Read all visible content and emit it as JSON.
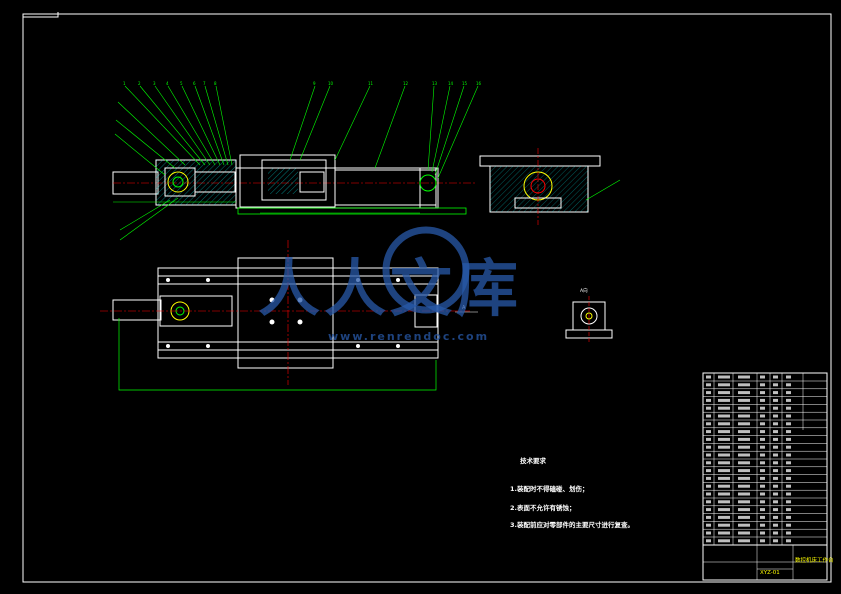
{
  "drawing": {
    "technical_requirements": {
      "title": "技术要求",
      "items": [
        "1.装配时不得磕碰、划伤；",
        "2.表面不允许有锈蚀；",
        "3.装配前应对零部件的主要尺寸进行复查。"
      ]
    },
    "view_label": "A",
    "section_label": "A向",
    "title_block": {
      "drawing_name": "数控机床工作台",
      "drawing_number": "XYZ-01"
    }
  },
  "watermark": {
    "text": "人人文库",
    "url": "www.renrendoc.com"
  },
  "colors": {
    "background": "#000000",
    "outline": "#ffffff",
    "dimension": "#00ff00",
    "center_line": "#ff0000",
    "annotation": "#ffff00",
    "hatch": "#00ffff",
    "watermark": "#2a5ba8"
  }
}
